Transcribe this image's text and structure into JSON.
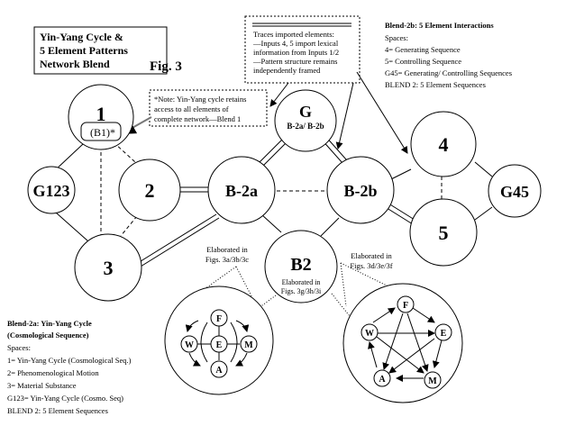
{
  "title": {
    "lines": [
      "Yin-Yang Cycle &",
      "5 Element Patterns",
      "Network Blend"
    ],
    "fig_label": "Fig. 3"
  },
  "traces_note": {
    "lines": [
      "Traces imported elements:",
      "—Inputs 4, 5 import lexical",
      "information from Inputs 1/2",
      "—Pattern structure remains",
      "independently framed"
    ]
  },
  "blend2b": {
    "heading": "Blend-2b:  5 Element Interactions",
    "lines": [
      "Spaces:",
      "4= Generating Sequence",
      "5= Controlling Sequence",
      "G45= Generating/ Controlling Sequences",
      "BLEND 2: 5 Element Sequences"
    ]
  },
  "yinyang_note": {
    "lines": [
      "*Note:  Yin-Yang  cycle  retains",
      "access    to    all    elements    of",
      "complete network—Blend 1"
    ]
  },
  "nodes": {
    "n1": "1",
    "b1": "(B1)*",
    "g123": "G123",
    "n2": "2",
    "n3": "3",
    "b2a": "B-2a",
    "g_top": "G",
    "g_top_sub": "B-2a/ B-2b",
    "b2b": "B-2b",
    "n4": "4",
    "n5": "5",
    "g45": "G45",
    "b2": "B2"
  },
  "elaborations": {
    "left": [
      "Elaborated in",
      "Figs. 3a/3b/3c"
    ],
    "right": [
      "Elaborated in",
      "Figs. 3d/3e/3f"
    ],
    "center": [
      "Elaborated in",
      "Figs. 3g/3h/3i"
    ]
  },
  "blend2a": {
    "heading": [
      "Blend-2a:  Yin-Yang Cycle",
      "(Cosmological Sequence)"
    ],
    "lines": [
      "Spaces:",
      "1= Yin-Yang Cycle (Cosmological Seq.)",
      "2= Phenomenological Motion",
      "3= Material Substance",
      "G123= Yin-Yang Cycle (Cosmo. Seq)",
      "BLEND 2: 5 Element Sequences"
    ]
  },
  "cycle_left": {
    "F": "F",
    "W": "W",
    "E": "E",
    "M": "M",
    "A": "A"
  },
  "cycle_right": {
    "F": "F",
    "W": "W",
    "E": "E",
    "A": "A",
    "M": "M"
  }
}
